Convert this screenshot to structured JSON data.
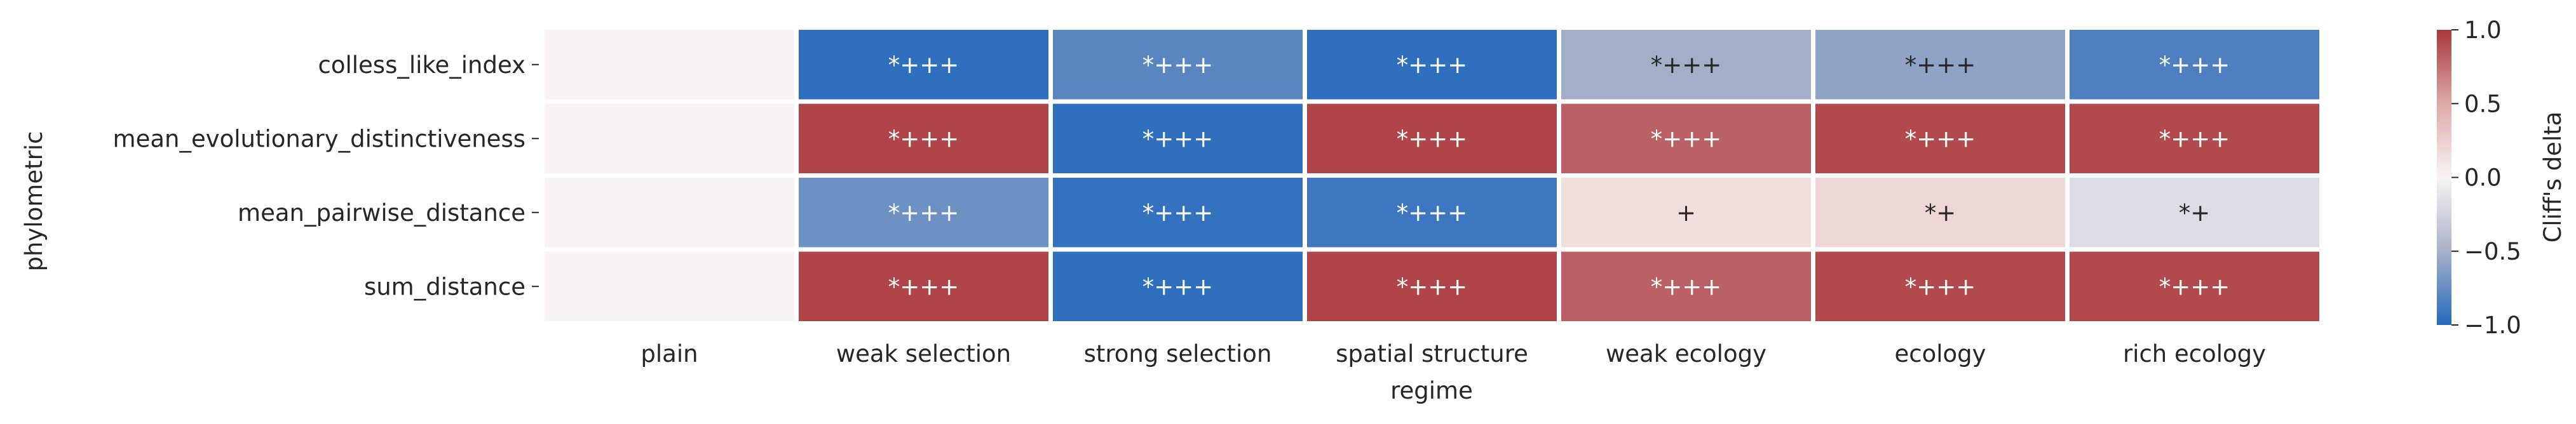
{
  "chart_data": {
    "type": "heatmap",
    "title": "",
    "xlabel": "regime",
    "ylabel": "phylometric",
    "columns": [
      "plain",
      "weak selection",
      "strong selection",
      "spatial structure",
      "weak ecology",
      "ecology",
      "rich ecology"
    ],
    "rows": [
      "colless_like_index",
      "mean_evolutionary_distinctiveness",
      "mean_pairwise_distance",
      "sum_distance"
    ],
    "values": [
      [
        0.0,
        -0.96,
        -0.8,
        -0.96,
        -0.52,
        -0.6,
        -0.84
      ],
      [
        0.0,
        0.94,
        -0.96,
        0.94,
        0.82,
        0.92,
        0.92
      ],
      [
        0.0,
        -0.72,
        -0.94,
        -0.9,
        0.14,
        0.2,
        -0.18
      ],
      [
        0.0,
        0.94,
        -0.96,
        0.94,
        0.82,
        0.92,
        0.92
      ]
    ],
    "annotations": [
      [
        "",
        "*+++",
        "*+++",
        "*+++",
        "*+++",
        "*+++",
        "*+++"
      ],
      [
        "",
        "*+++",
        "*+++",
        "*+++",
        "*+++",
        "*+++",
        "*+++"
      ],
      [
        "",
        "*+++",
        "*+++",
        "*+++",
        "+",
        "*+",
        "*+"
      ],
      [
        "",
        "*+++",
        "*+++",
        "*+++",
        "*+++",
        "*+++",
        "*+++"
      ]
    ],
    "colorbar": {
      "label": "Cliff's delta",
      "range": [
        -1.0,
        1.0
      ],
      "ticks": [
        1.0,
        0.5,
        0.0,
        -0.5,
        -1.0
      ],
      "tick_labels": [
        "1.0",
        "0.5",
        "0.0",
        "−0.5",
        "−1.0"
      ],
      "colormap": "vlag",
      "stops": [
        "#2369bd",
        "#a9b1c8",
        "#f9f4f3",
        "#dbaaa9",
        "#a9373b"
      ]
    }
  }
}
